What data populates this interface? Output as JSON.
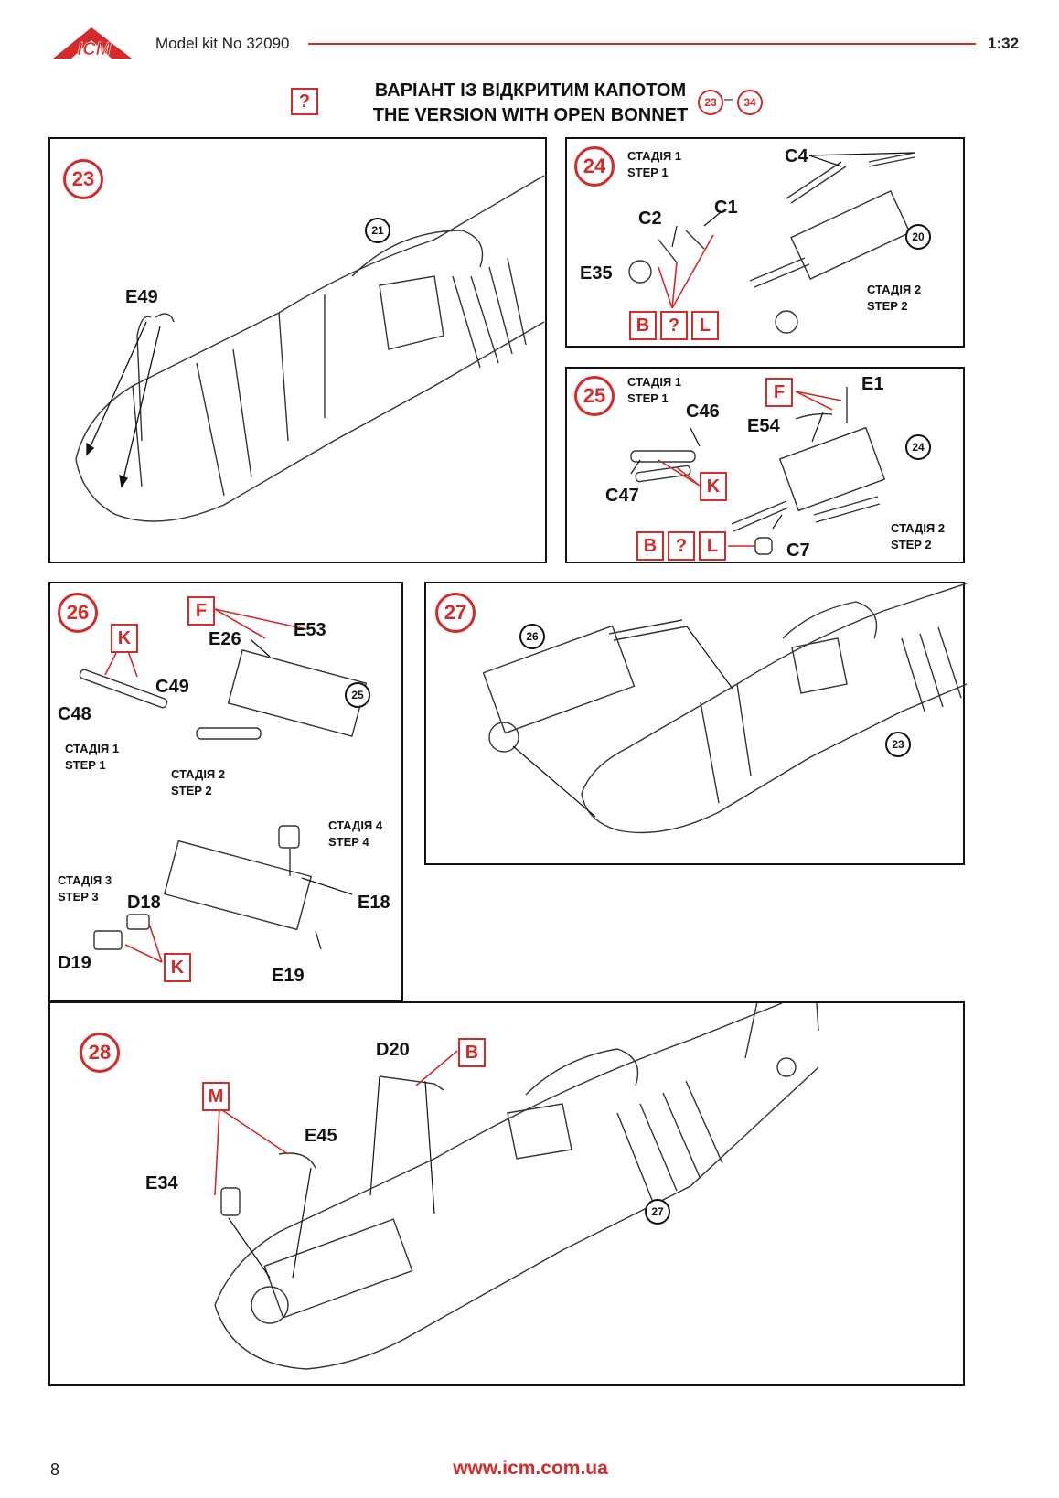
{
  "header": {
    "logo_text": "ICM",
    "logo_slogan": "",
    "kit_title": "Model kit No 32090",
    "scale": "1:32"
  },
  "section": {
    "help_mark": "?",
    "title_ua": "ВАРІАНТ ІЗ ВІДКРИТИМ КАПОТОМ",
    "title_en": "THE VERSION WITH OPEN BONNET",
    "range_from": "23",
    "range_dash": "–",
    "range_to": "34"
  },
  "steps": {
    "s23": {
      "num": "23",
      "ref": "21",
      "parts": [
        "E49"
      ]
    },
    "s24": {
      "num": "24",
      "stage1_ua": "СТАДІЯ 1",
      "stage1_en": "STEP 1",
      "stage2_ua": "СТАДІЯ 2",
      "stage2_en": "STEP 2",
      "ref": "20",
      "parts": [
        "C4",
        "C2",
        "C1",
        "E35"
      ],
      "paints": [
        "B",
        "?",
        "L"
      ]
    },
    "s25": {
      "num": "25",
      "stage1_ua": "СТАДІЯ 1",
      "stage1_en": "STEP 1",
      "stage2_ua": "СТАДІЯ 2",
      "stage2_en": "STEP 2",
      "ref": "24",
      "parts": [
        "C46",
        "E1",
        "E54",
        "C47",
        "C7"
      ],
      "paint_f": "F",
      "paint_k": "K",
      "paints": [
        "B",
        "?",
        "L"
      ]
    },
    "s26": {
      "num": "26",
      "ref": "25",
      "stage1_ua": "СТАДІЯ 1",
      "stage1_en": "STEP 1",
      "stage2_ua": "СТАДІЯ 2",
      "stage2_en": "STEP 2",
      "stage3_ua": "СТАДІЯ 3",
      "stage3_en": "STEP 3",
      "stage4_ua": "СТАДІЯ 4",
      "stage4_en": "STEP 4",
      "parts": [
        "E26",
        "E53",
        "C49",
        "C48",
        "D18",
        "D19",
        "E18",
        "E19"
      ],
      "paint_f": "F",
      "paint_k1": "K",
      "paint_k2": "K"
    },
    "s27": {
      "num": "27",
      "ref_engine": "26",
      "ref_fuselage": "23"
    },
    "s28": {
      "num": "28",
      "ref": "27",
      "parts": [
        "D20",
        "E45",
        "E34"
      ],
      "paint_m": "M",
      "paint_b": "B"
    }
  },
  "footer": {
    "page_number": "8",
    "url": "www.icm.com.ua"
  },
  "colors": {
    "accent": "#d42a2a",
    "line": "#111111"
  }
}
